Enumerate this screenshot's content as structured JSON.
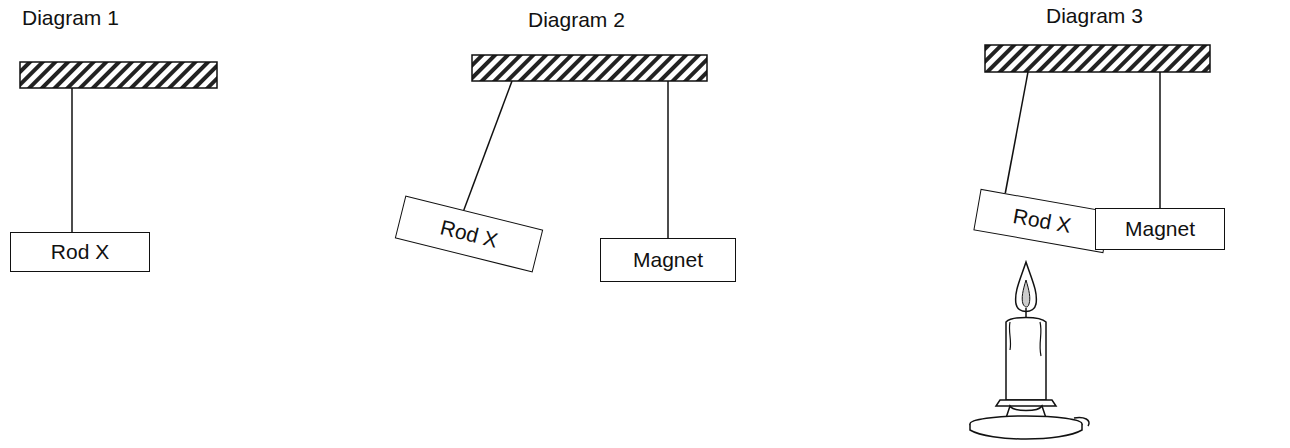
{
  "diagram": {
    "nodes": [
      {
        "text": [
          "Rod X"
        ]
      },
      {
        "text": [
          "Rod X"
        ]
      },
      {
        "text": [
          "Magnet"
        ]
      },
      {
        "text": [
          "Rod X"
        ]
      },
      {
        "text": [
          "Magnet"
        ]
      }
    ],
    "labels": [
      "Diagram 1",
      "Diagram 2",
      "Diagram 3"
    ]
  }
}
